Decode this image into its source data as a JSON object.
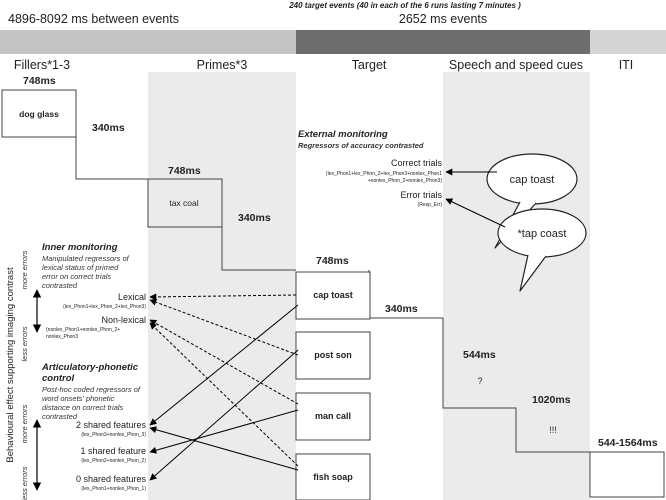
{
  "header": {
    "fillers_timing": "4896-8092 ms between events",
    "runs_note": "240 target events (40 in each of the 6 runs lasting 7 minutes )",
    "events_timing": "2652 ms events"
  },
  "columns": {
    "fillers": "Fillers*1-3",
    "primes": "Primes*3",
    "target": "Target",
    "speech": "Speech and speed cues",
    "iti": "ITI"
  },
  "timeline": {
    "filler_box": "dog glass",
    "prime_box": "tax coal",
    "target_boxes": [
      "cap toast",
      "post son",
      "man call",
      "fish soap"
    ],
    "question_mark": "?",
    "exclamation": "!!!",
    "durations": {
      "filler_on": "748ms",
      "filler_off": "340ms",
      "prime_on": "748ms",
      "prime_off": "340ms",
      "target_on": "748ms",
      "target_off": "340ms",
      "speech_q": "544ms",
      "speech_ex": "1020ms",
      "iti": "544-1564ms"
    }
  },
  "speech_bubbles": {
    "correct": "cap toast",
    "error": "*tap coast"
  },
  "external_monitoring": {
    "title": "External monitoring",
    "subtitle": "Regressors of accuracy contrasted",
    "correct_label": "Correct trials",
    "correct_formula_1": "(lex_Phon1+lex_Phon_2+lex_Phon3+nonlex_Phon1",
    "correct_formula_2": "+nonlex_Phon_2+nonlex_Phon3)",
    "error_label": "Error trials",
    "error_formula": "(Resp_Err)"
  },
  "inner_monitoring": {
    "title": "Inner monitoring",
    "desc": [
      "Manipulated regressors of",
      "lexical status of primed",
      "error on correct trials",
      "contrasted"
    ],
    "lexical_label": "Lexical",
    "lexical_formula": "(lex_Phon1+lex_Phon_2+lex_Phon3)",
    "nonlexical_label": "Non-lexical",
    "nonlexical_formula_1": "(nonlex_Phon1+nonlex_Phon_2+",
    "nonlexical_formula_2": "nonlex_Phon3"
  },
  "articulatory": {
    "title_1": "Articulatory-phonetic",
    "title_2": "control",
    "desc": [
      "Post-hoc coded regressors of",
      "word onsets' phonetic",
      "distance on correct trials",
      "contrasted"
    ],
    "feat2_label": "2 shared features",
    "feat2_formula": "(lex_Phon3+nonlex_Phon_3)",
    "feat1_label": "1 shared feature",
    "feat1_formula": "(lex_Phon2+nonlex_Phon_2)",
    "feat0_label": "0 shared features",
    "feat0_formula": "(lex_Phon1+nonlex_Phon_1)"
  },
  "side": {
    "vertical_label": "Behavioural effect supporting imaging contrast",
    "more_errors": "more errors",
    "less_errors": "less errors"
  }
}
